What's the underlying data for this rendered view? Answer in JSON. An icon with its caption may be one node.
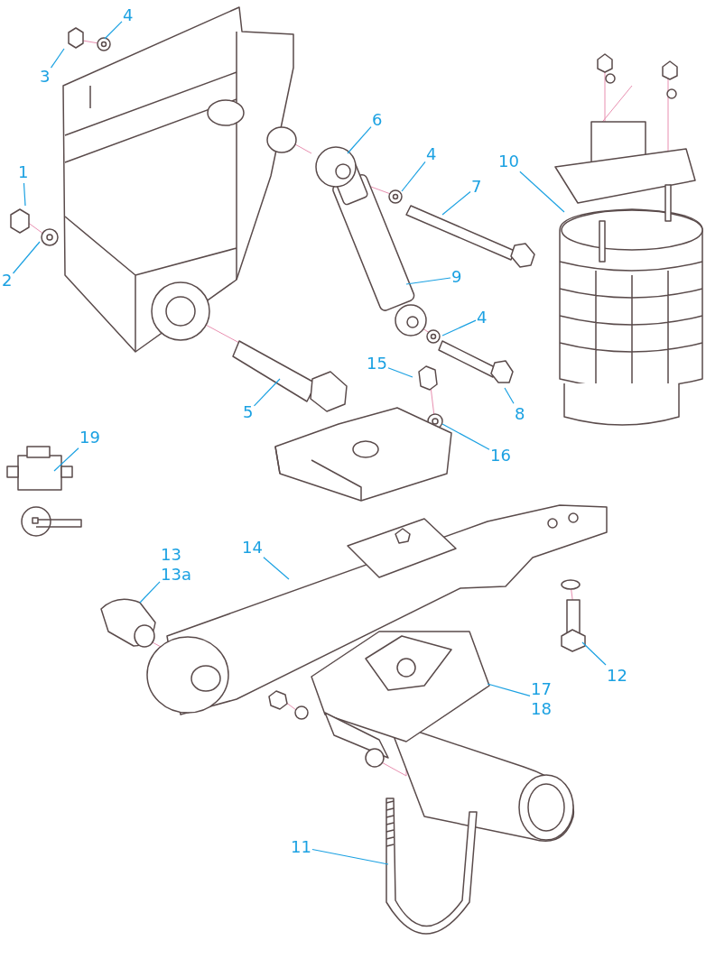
{
  "diagram": {
    "nodes": [
      {
        "text": [
          "4"
        ]
      },
      {
        "text": [
          "3"
        ]
      },
      {
        "text": [
          "6"
        ]
      },
      {
        "text": [
          "1"
        ]
      },
      {
        "text": [
          "10"
        ]
      },
      {
        "text": [
          "4"
        ]
      },
      {
        "text": [
          "7"
        ]
      },
      {
        "text": [
          "2"
        ]
      },
      {
        "text": [
          "9"
        ]
      },
      {
        "text": [
          "4"
        ]
      },
      {
        "text": [
          "15"
        ]
      },
      {
        "text": [
          "5"
        ]
      },
      {
        "text": [
          "8"
        ]
      },
      {
        "text": [
          "19"
        ]
      },
      {
        "text": [
          "16"
        ]
      },
      {
        "text": [
          "14"
        ]
      },
      {
        "text": [
          "13",
          "13a"
        ]
      },
      {
        "text": [
          "12"
        ]
      },
      {
        "text": [
          "17",
          "18"
        ]
      },
      {
        "text": [
          "11"
        ]
      }
    ],
    "edges": [
      {
        "from": 0,
        "to": null,
        "arrow": "none"
      },
      {
        "from": 1,
        "to": null,
        "arrow": "none"
      },
      {
        "from": 2,
        "to": null,
        "arrow": "none"
      },
      {
        "from": 3,
        "to": null,
        "arrow": "none"
      },
      {
        "from": 4,
        "to": null,
        "arrow": "none"
      },
      {
        "from": 5,
        "to": null,
        "arrow": "none"
      },
      {
        "from": 6,
        "to": null,
        "arrow": "none"
      },
      {
        "from": 7,
        "to": null,
        "arrow": "none"
      },
      {
        "from": 8,
        "to": null,
        "arrow": "none"
      },
      {
        "from": 9,
        "to": null,
        "arrow": "none"
      },
      {
        "from": 10,
        "to": null,
        "arrow": "none"
      },
      {
        "from": 11,
        "to": null,
        "arrow": "none"
      },
      {
        "from": 12,
        "to": null,
        "arrow": "none"
      },
      {
        "from": 13,
        "to": null,
        "arrow": "none"
      },
      {
        "from": 14,
        "to": null,
        "arrow": "none"
      },
      {
        "from": 15,
        "to": null,
        "arrow": "none"
      },
      {
        "from": 16,
        "to": null,
        "arrow": "none"
      },
      {
        "from": 17,
        "to": null,
        "arrow": "none"
      },
      {
        "from": 18,
        "to": null,
        "arrow": "none"
      },
      {
        "from": 19,
        "to": null,
        "arrow": "none"
      }
    ]
  }
}
